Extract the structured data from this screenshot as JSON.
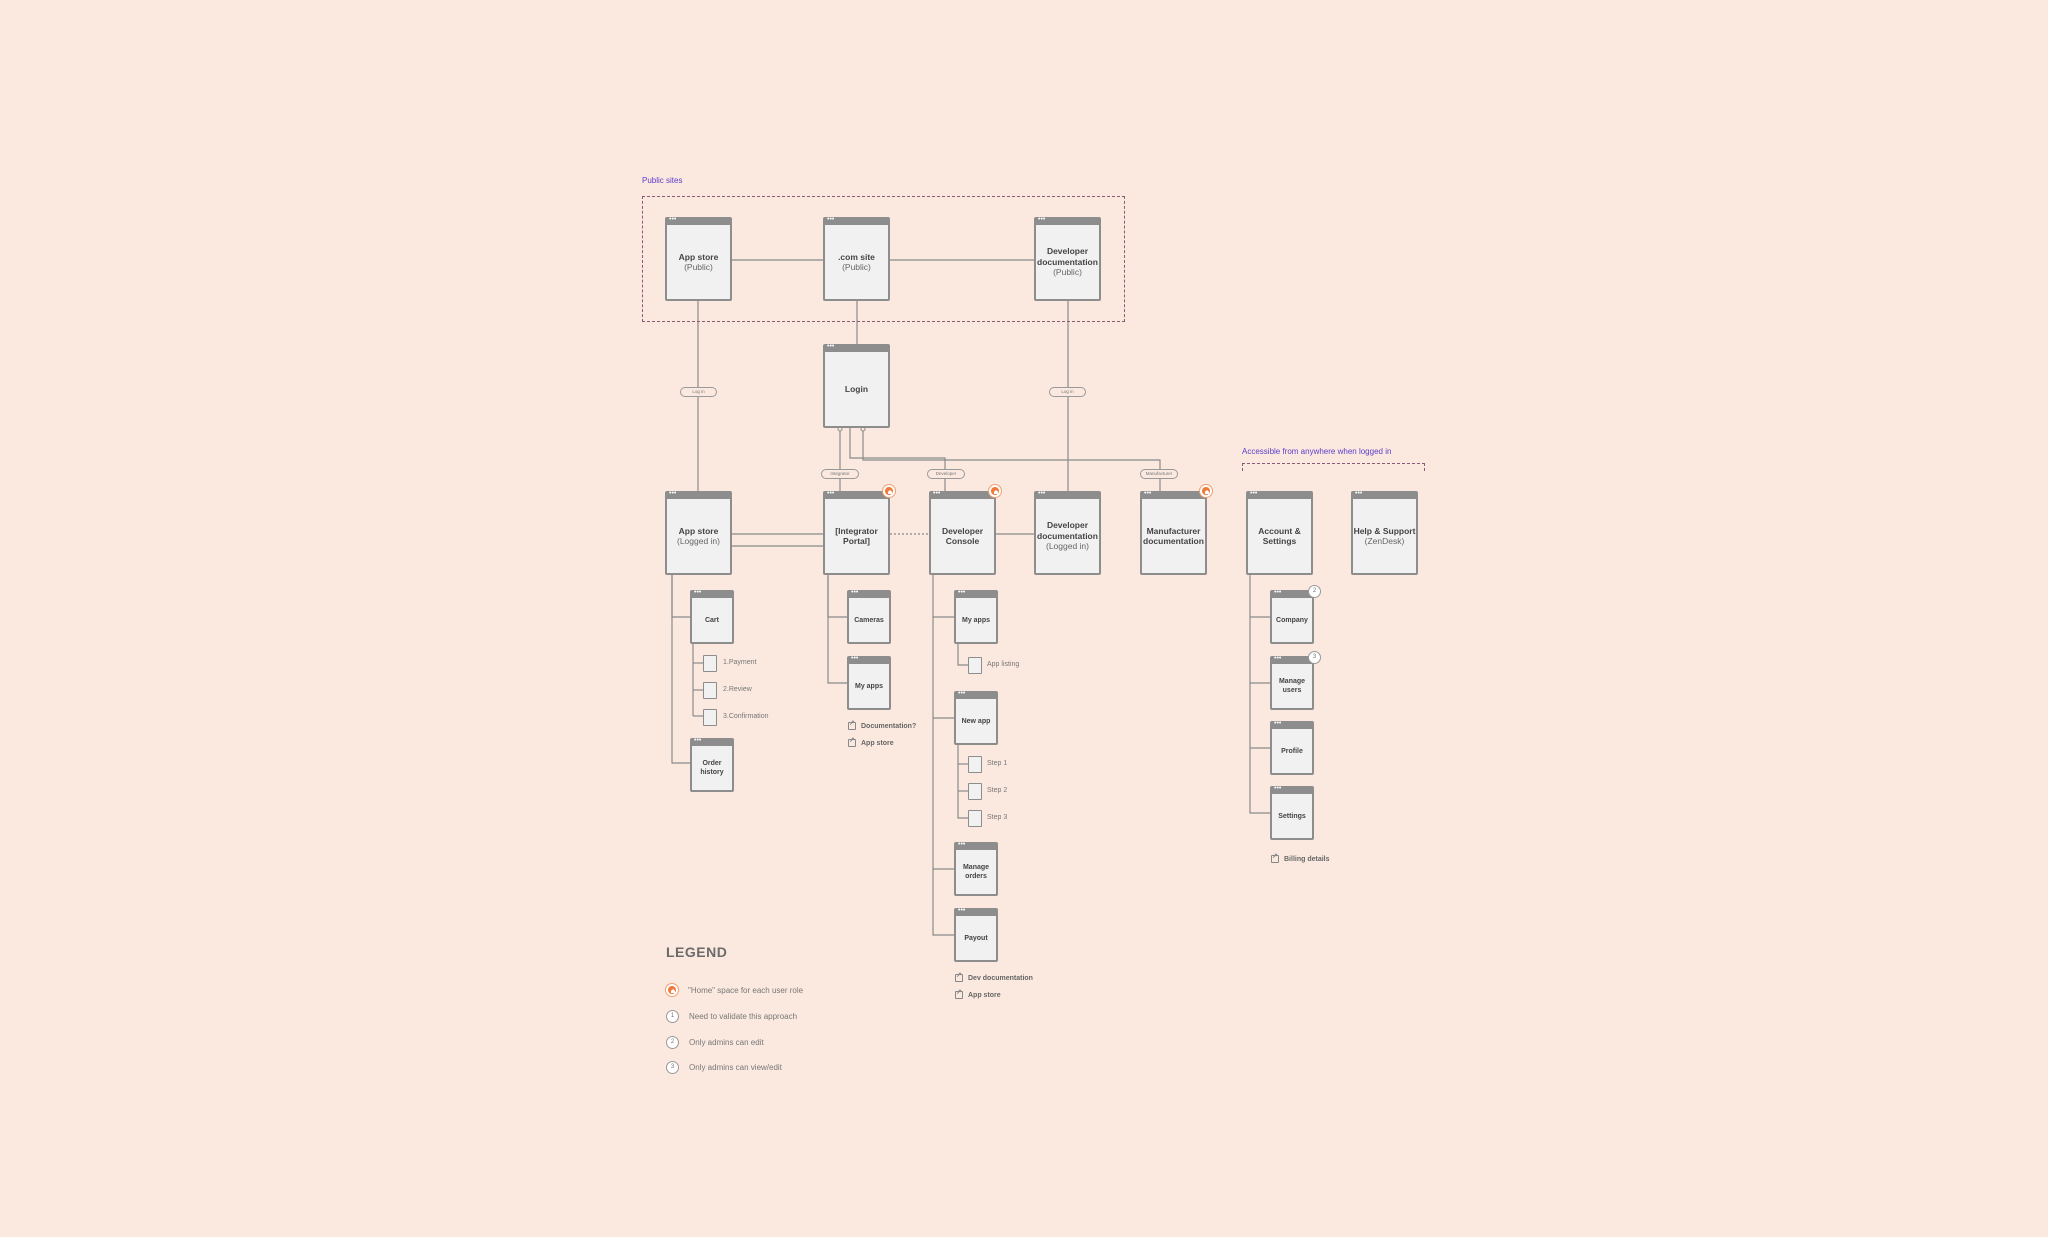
{
  "regions": {
    "public_sites": "Public sites",
    "logged_in_anywhere": "Accessible from anywhere when logged in"
  },
  "pages": {
    "app_store_public": {
      "title": "App store",
      "sub": "(Public)"
    },
    "com_site": {
      "title": ".com site",
      "sub": "(Public)"
    },
    "dev_docs_public": {
      "title": "Developer documentation",
      "sub": "(Public)"
    },
    "login": {
      "title": "Login"
    },
    "app_store_logged": {
      "title": "App store",
      "sub": "(Logged in)"
    },
    "integrator_portal": {
      "title": "[Integrator Portal]"
    },
    "developer_console": {
      "title": "Developer Console"
    },
    "dev_docs_logged": {
      "title": "Developer documentation",
      "sub": "(Logged in)"
    },
    "manufacturer_docs": {
      "title": "Manufacturer documentation"
    },
    "account_settings": {
      "title": "Account & Settings"
    },
    "help_support": {
      "title": "Help & Support",
      "sub": "(ZenDesk)"
    },
    "cart": {
      "title": "Cart"
    },
    "order_history": {
      "title": "Order history"
    },
    "cameras": {
      "title": "Cameras"
    },
    "integrator_my_apps": {
      "title": "My apps"
    },
    "dev_my_apps": {
      "title": "My apps"
    },
    "new_app": {
      "title": "New app"
    },
    "manage_orders": {
      "title": "Manage orders"
    },
    "payout": {
      "title": "Payout"
    },
    "company": {
      "title": "Company"
    },
    "manage_users": {
      "title": "Manage users"
    },
    "profile": {
      "title": "Profile"
    },
    "settings": {
      "title": "Settings"
    }
  },
  "subpages": {
    "payment": "1.Payment",
    "review": "2.Review",
    "confirmation": "3.Confirmation",
    "app_listing": "App listing",
    "step1": "Step 1",
    "step2": "Step 2",
    "step3": "Step 3"
  },
  "pills": {
    "login_left": "Log in",
    "login_right": "Log in",
    "integrator": "Integrator",
    "developer": "Developer",
    "manufacturer": "Manufacturer"
  },
  "external_links": {
    "documentation": "Documentation?",
    "integrator_app_store": "App store",
    "dev_documentation": "Dev documentation",
    "dev_app_store": "App store",
    "billing_details": "Billing details"
  },
  "badges": {
    "company": "2",
    "manage_users": "3"
  },
  "legend": {
    "title": "LEGEND",
    "home": "\"Home\" space for each user role",
    "one_num": "1",
    "one": "Need to validate this approach",
    "two_num": "2",
    "two": "Only admins can edit",
    "three_num": "3",
    "three": "Only admins can view/edit"
  },
  "colors": {
    "background": "#fbe9e0",
    "page_border": "#8d8d8d",
    "home_marker": "#f07a3a",
    "region_title": "#5a3cc8"
  }
}
